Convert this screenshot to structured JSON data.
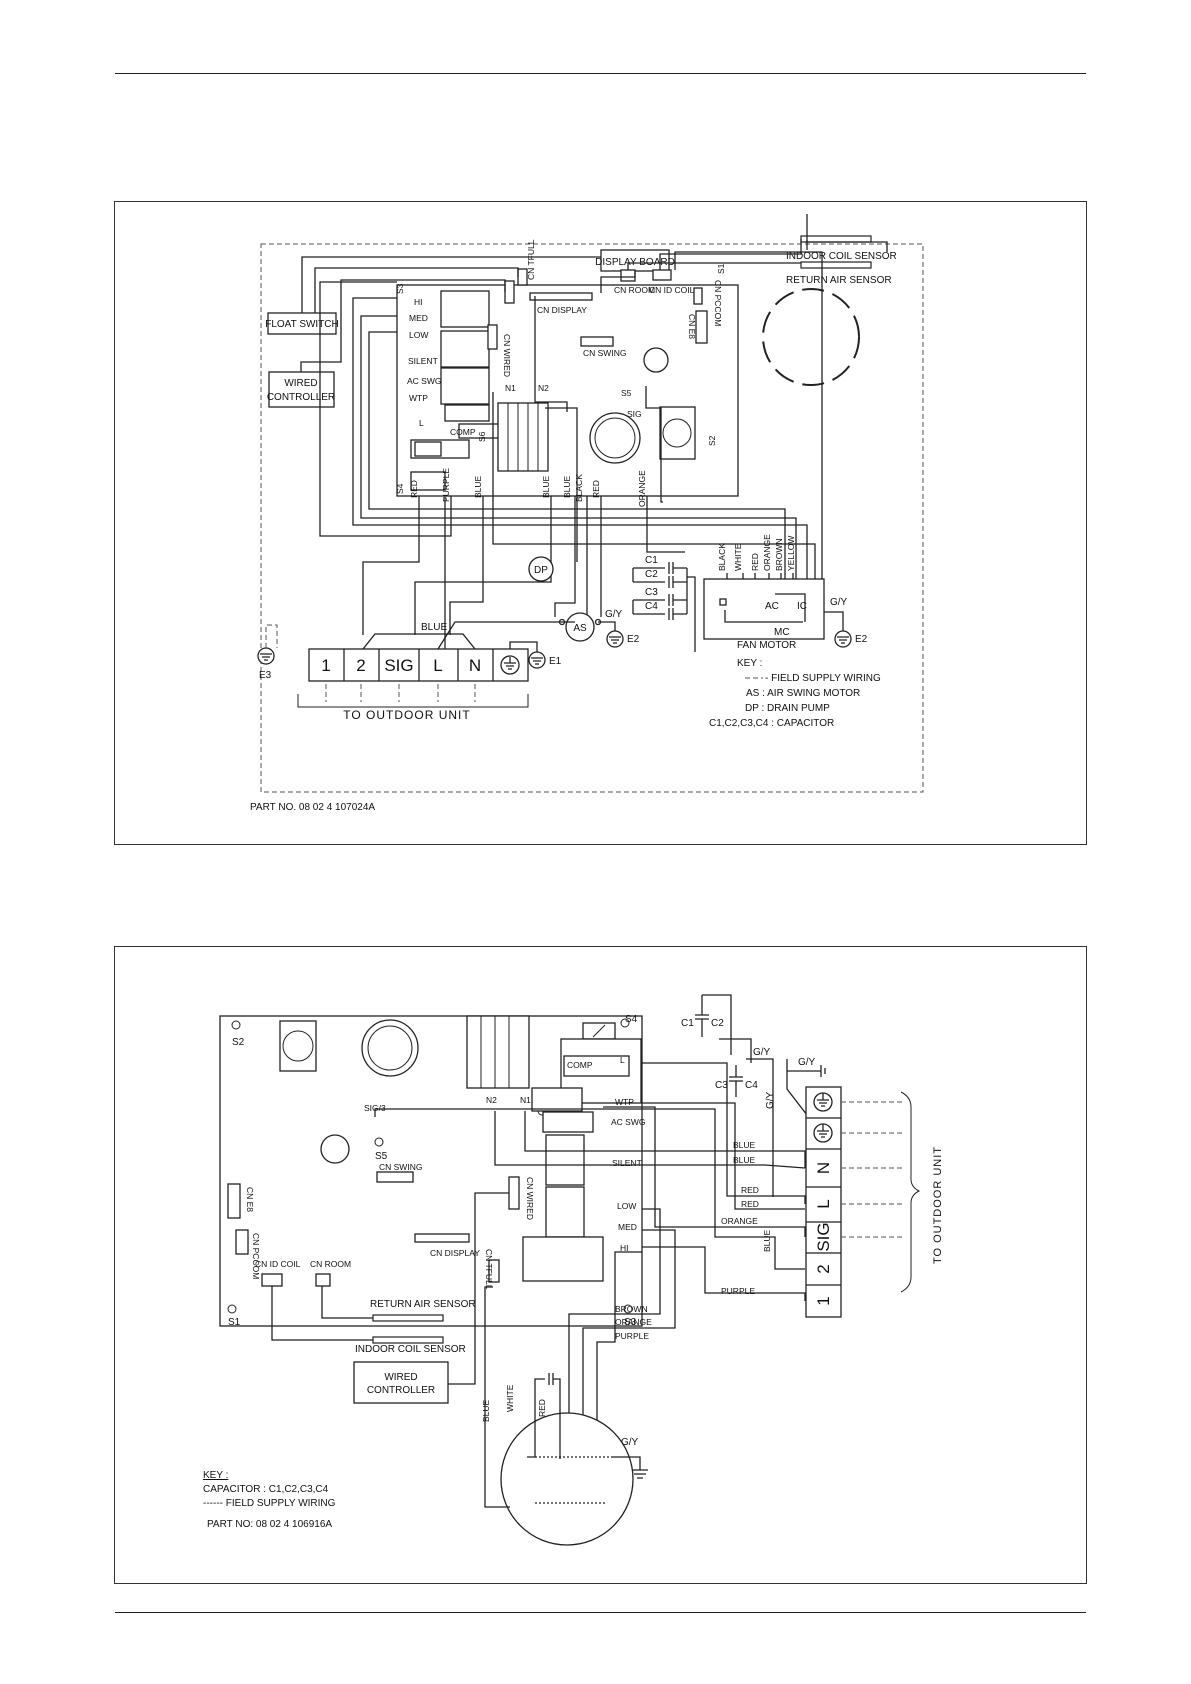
{
  "diagram1": {
    "display_board": "DISPLAY BOARD",
    "indoor_coil_sensor": "INDOOR COIL SENSOR",
    "return_air_sensor": "RETURN AIR SENSOR",
    "float_switch": "FLOAT SWITCH",
    "wired_controller": [
      "WIRED",
      "CONTROLLER"
    ],
    "relays": [
      "HI",
      "MED",
      "LOW",
      "SILENT",
      "AC SWG",
      "WTP",
      "L",
      "COMP"
    ],
    "connectors": [
      "CN TFULL",
      "CN DISPLAY",
      "CN WIRED",
      "CN SWING",
      "CN ROOM",
      "CN ID COIL",
      "CN PCCOM",
      "CN E8"
    ],
    "screws": [
      "S3",
      "S4",
      "S1",
      "S2",
      "S5",
      "S6"
    ],
    "pins": [
      "N1",
      "N2",
      "SIG"
    ],
    "board_wires": [
      "RED",
      "PURPLE",
      "BLUE",
      "BLUE",
      "BLUE",
      "BLACK",
      "RED",
      "ORANGE"
    ],
    "motor_wires": [
      "BLACK",
      "WHITE",
      "RED",
      "ORANGE",
      "BROWN",
      "YELLOW"
    ],
    "capacitors": [
      "C1",
      "C2",
      "C3",
      "C4"
    ],
    "dp": "DP",
    "as": "AS",
    "gy": "G/Y",
    "ground_labels": [
      "E1",
      "E2",
      "E2",
      "E3"
    ],
    "blue_label": "BLUE",
    "terminals": [
      "1",
      "2",
      "SIG",
      "L",
      "N"
    ],
    "motor_ac": "AC",
    "motor_ic": "IC",
    "motor_mc": "MC",
    "fan_motor": "FAN MOTOR",
    "to_outdoor": "TO OUTDOOR UNIT",
    "key_title": "KEY :",
    "key_lines": [
      "- FIELD SUPPLY WIRING",
      "AS : AIR SWING MOTOR",
      "DP : DRAIN PUMP",
      "C1,C2,C3,C4 : CAPACITOR"
    ],
    "part_no": "PART NO. 08 02 4 107024A"
  },
  "diagram2": {
    "screws": [
      "S4",
      "S2",
      "S6",
      "S5",
      "S1",
      "S3"
    ],
    "pins": [
      "N2",
      "N1",
      "SIG/3"
    ],
    "relays": [
      "COMP",
      "L",
      "WTP",
      "AC SWG",
      "SILENT",
      "LOW",
      "MED",
      "HI"
    ],
    "connectors": [
      "CN SWING",
      "CN WIRED",
      "CN E8",
      "CN PCCOM",
      "CN DISPLAY",
      "CN TFULL",
      "CN ID COIL",
      "CN ROOM"
    ],
    "capacitors": [
      "C1",
      "C2",
      "C3",
      "C4"
    ],
    "gy": "G/Y",
    "wires": [
      "BLUE",
      "BLUE",
      "RED",
      "RED",
      "ORANGE",
      "BLUE",
      "PURPLE",
      "BROWN",
      "ORANGE",
      "PURPLE"
    ],
    "terminals": [
      "N",
      "L",
      "SIG",
      "2",
      "1"
    ],
    "to_outdoor": "TO OUTDOOR UNIT",
    "return_air_sensor": "RETURN AIR SENSOR",
    "indoor_coil_sensor": "INDOOR COIL SENSOR",
    "wired_controller": [
      "WIRED",
      "CONTROLLER"
    ],
    "motor_wires": [
      "WHITE",
      "RED",
      "BLUE"
    ],
    "key_title": "KEY :",
    "key_capacitor": "CAPACITOR : C1,C2,C3,C4",
    "key_field": "------ FIELD SUPPLY WIRING",
    "part_no": "PART NO: 08 02 4 106916A"
  }
}
